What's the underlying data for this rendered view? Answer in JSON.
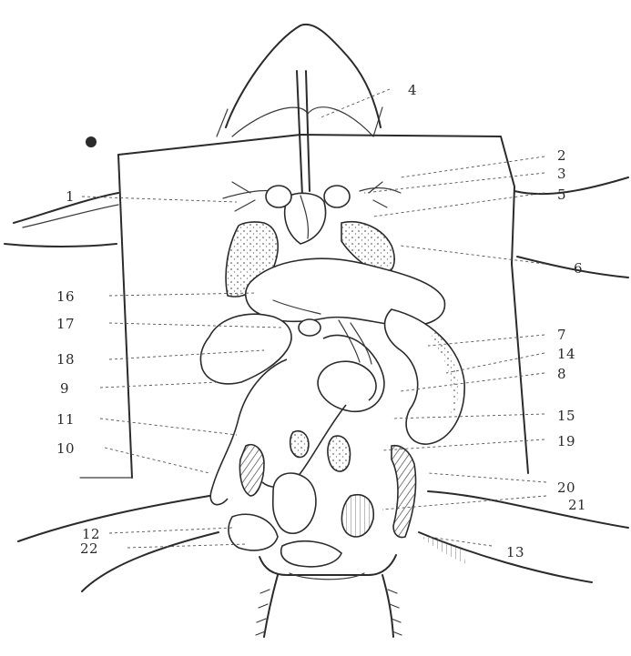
{
  "labels": {
    "n1": "1",
    "n2": "2",
    "n3": "3",
    "n4": "4",
    "n5": "5",
    "n6": "6",
    "n7": "7",
    "n8": "8",
    "n9": "9",
    "n10": "10",
    "n11": "11",
    "n12": "12",
    "n13": "13",
    "n14": "14",
    "n15": "15",
    "n16": "16",
    "n17": "17",
    "n18": "18",
    "n19": "19",
    "n20": "20",
    "n21": "21",
    "n22": "22"
  },
  "colors": {
    "ink": "#2b2b2b",
    "paper": "#ffffff",
    "stipple": "#6a6a6a"
  }
}
